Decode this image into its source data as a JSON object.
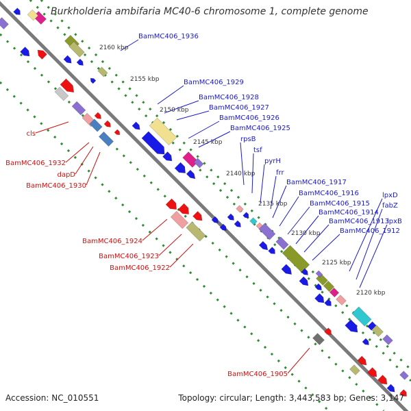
{
  "title": "Burkholderia ambifaria MC40-6 chromosome 1, complete genome",
  "footer": {
    "accession": "Accession: NC_010551",
    "topology": "Topology: circular; Length: 3,443,583 bp; Genes: 3,147"
  },
  "colors": {
    "label_upper": "#1a1acc",
    "label_lower": "#cc1111",
    "backbone": "#7a7a7a",
    "tick": "#2e8b2e"
  },
  "ticks": [
    "2160 kbp",
    "2155 kbp",
    "2150 kbp",
    "2145 kbp",
    "2140 kbp",
    "2135 kbp",
    "2130 kbp",
    "2125 kbp",
    "2120 kbp"
  ],
  "labels_upper": [
    "BamMC406_1936",
    "BamMC406_1929",
    "BamMC406_1928",
    "BamMC406_1927",
    "BamMC406_1926",
    "BamMC406_1925",
    "rpsB",
    "tsf",
    "pyrH",
    "frr",
    "BamMC406_1917",
    "BamMC406_1916",
    "BamMC406_1915",
    "BamMC406_1914",
    "BamMC406_1913",
    "BamMC406_1912",
    "lpxD",
    "fabZ",
    "lpxB"
  ],
  "labels_lower": [
    "cls",
    "BamMC406_1932",
    "dapD",
    "BamMC406_1930",
    "BamMC406_1924",
    "BamMC406_1923",
    "BamMC406_1922",
    "BamMC406_1905"
  ]
}
